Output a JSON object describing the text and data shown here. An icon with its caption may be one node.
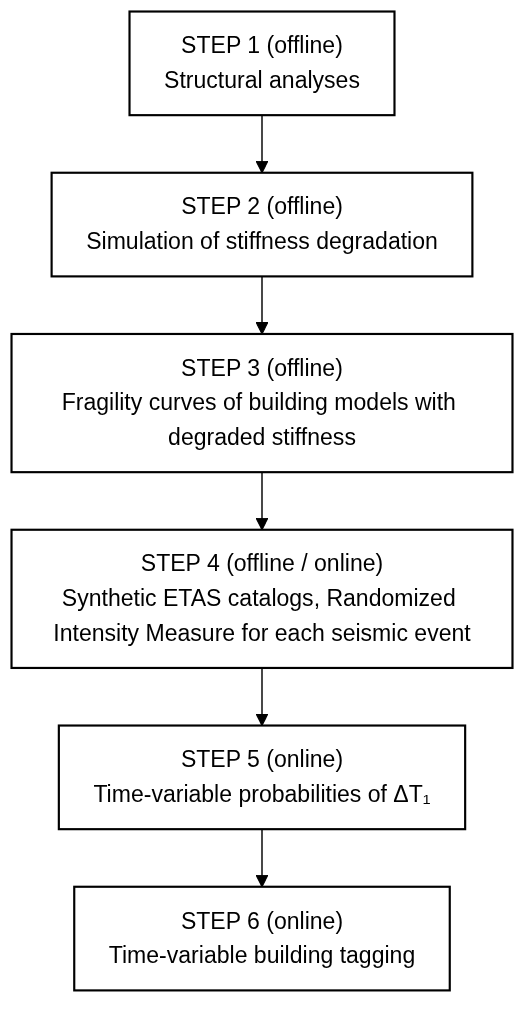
{
  "diagram": {
    "nodes": [
      {
        "text": [
          "STEP 1 (offline)",
          "Structural analyses"
        ]
      },
      {
        "text": [
          "STEP 2 (offline)",
          "Simulation of stiffness degradation"
        ]
      },
      {
        "text": [
          "STEP 3 (offline)",
          "Fragility curves of building models with degraded stiffness"
        ]
      },
      {
        "text": [
          "STEP 4 (offline / online)",
          "Synthetic ETAS catalogs, Randomized Intensity Measure for each seismic event"
        ]
      },
      {
        "text": [
          "STEP 5 (online)",
          "Time-variable probabilities of ΔT₁"
        ]
      },
      {
        "text": [
          "STEP 6 (online)",
          "Time-variable building tagging"
        ]
      }
    ],
    "edges": [
      {
        "from": 0,
        "to": 1,
        "arrow": "to"
      },
      {
        "from": 1,
        "to": 2,
        "arrow": "to"
      },
      {
        "from": 2,
        "to": 3,
        "arrow": "to"
      },
      {
        "from": 3,
        "to": 4,
        "arrow": "to"
      },
      {
        "from": 4,
        "to": 5,
        "arrow": "to"
      }
    ]
  }
}
